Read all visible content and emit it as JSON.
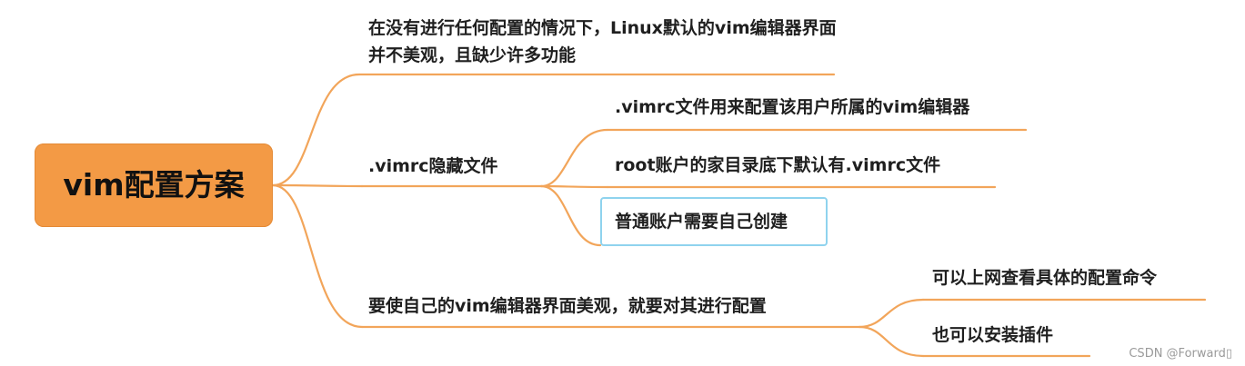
{
  "mindmap": {
    "root": {
      "label": "vim配置方案"
    },
    "branches": [
      {
        "label": "在没有进行任何配置的情况下，Linux默认的vim编辑器界面并不美观，且缺少许多功能"
      },
      {
        "label": ".vimrc隐藏文件",
        "children": [
          {
            "label": ".vimrc文件用来配置该用户所属的vim编辑器"
          },
          {
            "label": "root账户的家目录底下默认有.vimrc文件"
          },
          {
            "label": "普通账户需要自己创建",
            "highlighted": true
          }
        ]
      },
      {
        "label": "要使自己的vim编辑器界面美观，就要对其进行配置",
        "children": [
          {
            "label": "可以上网查看具体的配置命令"
          },
          {
            "label": "也可以安装插件"
          }
        ]
      }
    ]
  },
  "colors": {
    "branch_line": "#f2a55a",
    "root_fill": "#f39a45",
    "highlight_border": "#8fd3ee",
    "text": "#1f1f1f"
  },
  "watermark": "CSDN @Forward▯"
}
